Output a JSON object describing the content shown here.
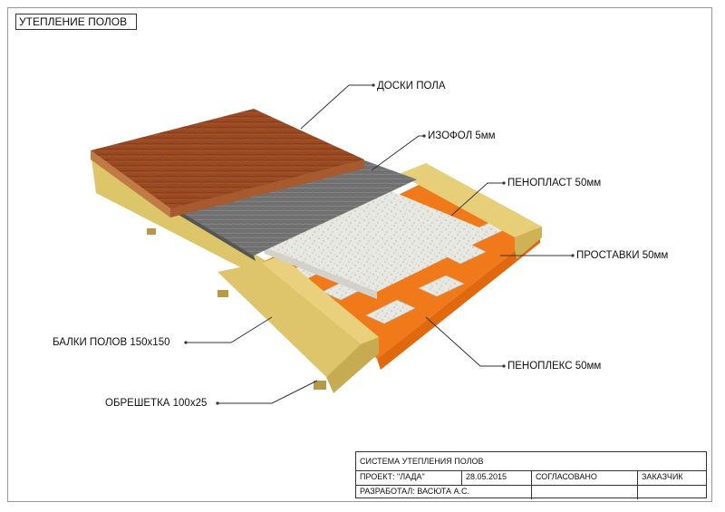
{
  "title": "УТЕПЛЕНИЕ ПОЛОВ",
  "labels": {
    "floor_boards": "ДОСКИ ПОЛА",
    "izofol": "ИЗОФОЛ 5мм",
    "penoplast": "ПЕНОПЛАСТ 50мм",
    "spacers": "ПРОСТАВКИ 50мм",
    "beams": "БАЛКИ ПОЛОВ 150х150",
    "penoplex": "ПЕНОПЛЕКС 50мм",
    "lathing": "ОБРЕШЕТКА 100х25"
  },
  "stamp": {
    "system": "СИСТЕМА УТЕПЛЕНИЯ ПОЛОВ",
    "project": "ПРОЕКТ: \"ЛАДА\"",
    "date": "28.05.2015",
    "approved": "СОГЛАСОВАНО",
    "customer": "ЗАКАЗЧИК",
    "developer": "РАЗРАБОТАЛ: ВАСЮТА А.С."
  },
  "colors": {
    "wood_top": "#9a4a22",
    "wood_side": "#c07a45",
    "foil": "#6f6f6f",
    "foam_white": "#e9e9e4",
    "penoplex_orange": "#f07a1a",
    "beam_yellow": "#e4cc74",
    "beam_side": "#d6bb5c"
  }
}
